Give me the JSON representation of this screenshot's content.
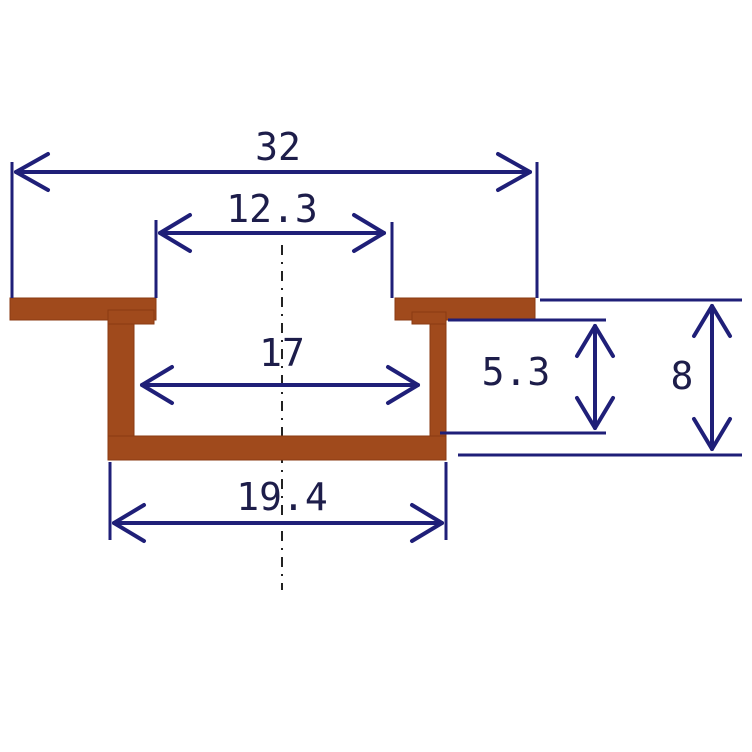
{
  "colors": {
    "profile": "#a04a1c",
    "dimension": "#1f1f78",
    "text": "#1d1d4a"
  },
  "dimensions": {
    "overall_width": "32",
    "top_opening": "12.3",
    "inner_width": "17",
    "inner_depth": "5.3",
    "outer_width": "19.4",
    "total_height": "8"
  }
}
